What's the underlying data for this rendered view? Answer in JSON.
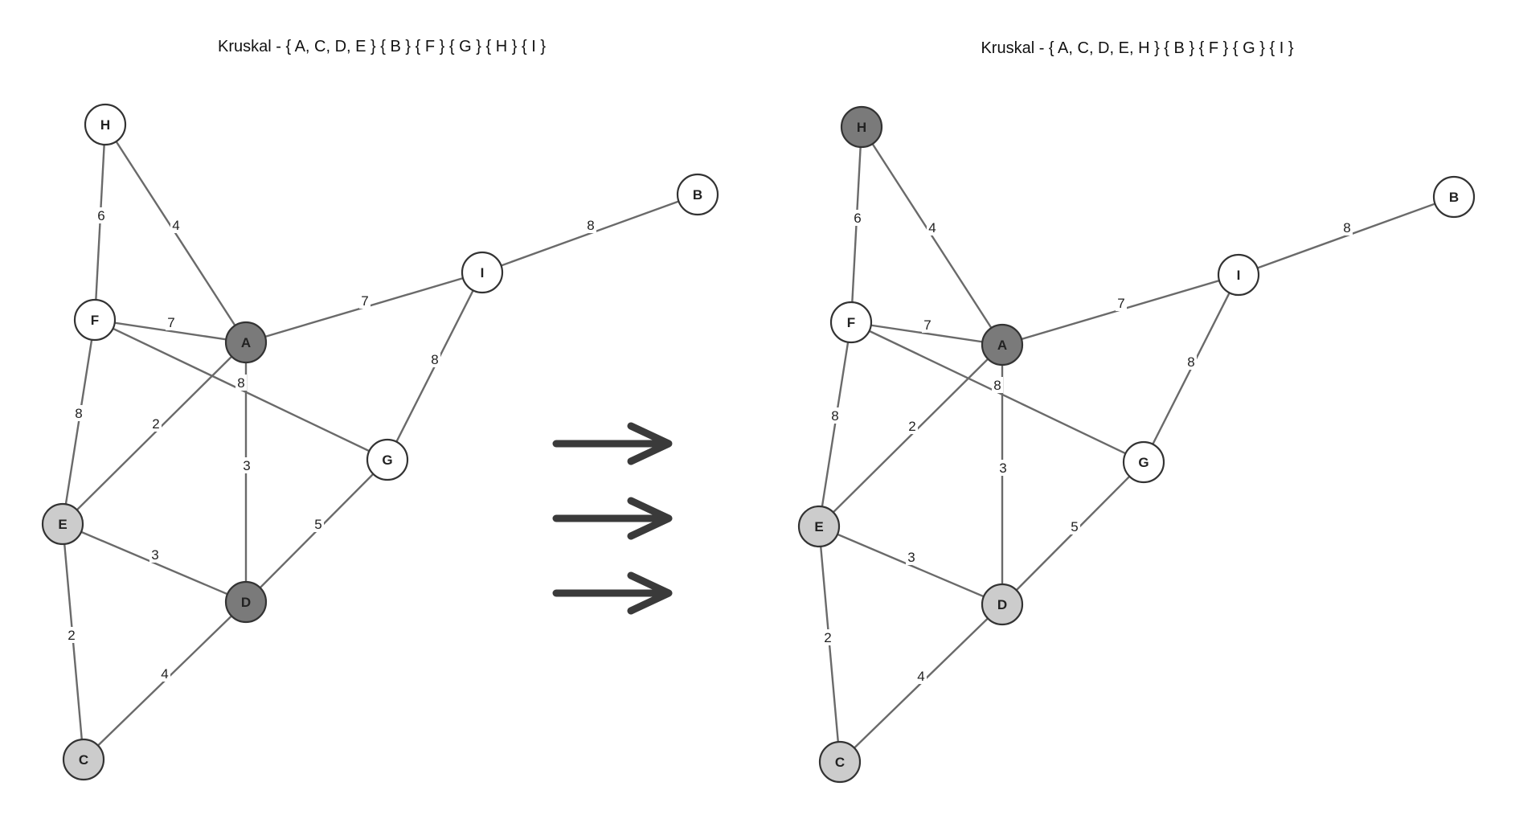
{
  "node_names": [
    "H",
    "B",
    "I",
    "F",
    "A",
    "G",
    "E",
    "D",
    "C"
  ],
  "edges": [
    {
      "from": "H",
      "to": "F",
      "weight": "6"
    },
    {
      "from": "H",
      "to": "A",
      "weight": "4"
    },
    {
      "from": "F",
      "to": "A",
      "weight": "7"
    },
    {
      "from": "F",
      "to": "G",
      "weight": "8"
    },
    {
      "from": "F",
      "to": "E",
      "weight": "8"
    },
    {
      "from": "A",
      "to": "I",
      "weight": "7"
    },
    {
      "from": "I",
      "to": "B",
      "weight": "8"
    },
    {
      "from": "I",
      "to": "G",
      "weight": "8"
    },
    {
      "from": "A",
      "to": "E",
      "weight": "2"
    },
    {
      "from": "A",
      "to": "D",
      "weight": "3"
    },
    {
      "from": "E",
      "to": "D",
      "weight": "3"
    },
    {
      "from": "E",
      "to": "C",
      "weight": "2"
    },
    {
      "from": "G",
      "to": "D",
      "weight": "5"
    },
    {
      "from": "D",
      "to": "C",
      "weight": "4"
    }
  ],
  "fill_colors": {
    "white": "#ffffff",
    "light": "#cccccc",
    "dark": "#7a7a7a"
  },
  "panels": [
    {
      "title": "Kruskal - { A, C, D, E } { B } { F } { G } { H } { I }",
      "node_fills": {
        "H": "white",
        "B": "white",
        "I": "white",
        "F": "white",
        "A": "dark",
        "G": "white",
        "E": "light",
        "D": "dark",
        "C": "light"
      }
    },
    {
      "title": "Kruskal - { A, C, D, E, H } { B } { F } { G } { I }",
      "node_fills": {
        "H": "dark",
        "B": "white",
        "I": "white",
        "F": "white",
        "A": "dark",
        "G": "white",
        "E": "light",
        "D": "light",
        "C": "light"
      }
    }
  ],
  "arrows_count": 3
}
